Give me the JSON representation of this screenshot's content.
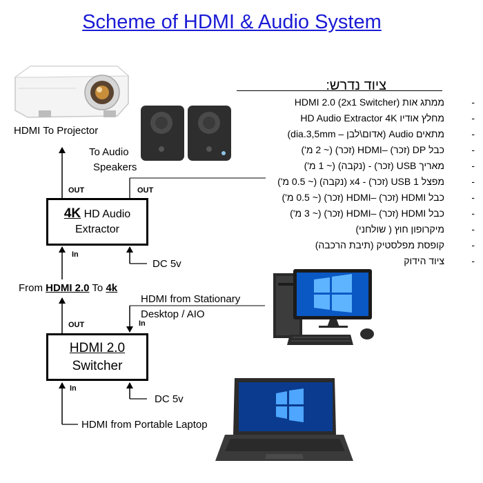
{
  "title": "Scheme of HDMI & Audio System",
  "labels": {
    "projector": "HDMI To Projector",
    "audio_line1": "To Audio",
    "audio_line2": "Speakers",
    "dc_top": "DC 5v",
    "dc_bottom": "DC 5v",
    "from_hdmi_prefix": "From ",
    "from_hdmi_mid": "HDMI 2.0",
    "from_hdmi_to": " To ",
    "from_hdmi_4k": "4k",
    "stationary_line1": "HDMI from Stationary",
    "stationary_line2": "Desktop / AIO",
    "laptop": "HDMI from Portable Laptop"
  },
  "ports": {
    "out": "OUT",
    "in": "In"
  },
  "extractor": {
    "line1_bold": "4K",
    "line1_rest": " HD Audio",
    "line2": "Extractor"
  },
  "switcher": {
    "line1": "HDMI 2.0",
    "line2": "Switcher"
  },
  "equipment": {
    "heading": "ציוד נדרש:",
    "items": [
      "ממתג אות HDMI 2.0 (2x1 Switcher)",
      "מחלץ אודיו HD Audio Extractor 4K",
      "מתאים Audio (אדום\\לבן – dia.3,5mm)",
      "כבל DP (זכר) –HDMI (זכר) (~ 2 מ')",
      "מאריך USB (זכר) - (נקבה) (~ 1 מ')",
      "מפצל USB 1 (זכר) - x4 (נקבה) (~ 0.5 מ')",
      "כבל HDMI (זכר) –HDMI (זכר) (~ 0.5 מ')",
      "כבל HDMI (זכר) –HDMI (זכר) (~ 3 מ')",
      "מיקרופון חוץ ( שולחני)",
      "קופסת מפלסטיק (תיבת הרכבה)",
      "ציוד הידוק"
    ]
  },
  "icons": [
    "projector-icon",
    "speakers-icon",
    "desktop-pc-icon",
    "laptop-icon"
  ],
  "colors": {
    "title": "#1a1ad6"
  }
}
